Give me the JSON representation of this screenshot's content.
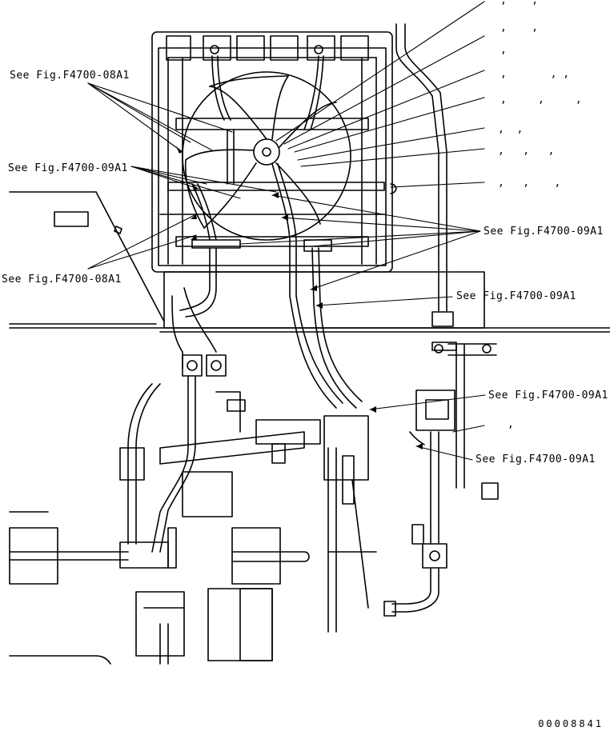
{
  "references": [
    {
      "id": "ref-08a1-top",
      "text": "See Fig.F4700-08A1"
    },
    {
      "id": "ref-09a1-upper-left",
      "text": "See Fig.F4700-09A1"
    },
    {
      "id": "ref-08a1-lower-left",
      "text": "See Fig.F4700-08A1"
    },
    {
      "id": "ref-09a1-right-1",
      "text": "See Fig.F4700-09A1"
    },
    {
      "id": "ref-09a1-right-2",
      "text": "See Fig.F4700-09A1"
    },
    {
      "id": "ref-09a1-right-3",
      "text": "See Fig.F4700-09A1"
    },
    {
      "id": "ref-09a1-right-4",
      "text": "See Fig.F4700-09A1"
    }
  ],
  "callout_marks": [
    ",    ,",
    ",    ,",
    ",",
    ",       , ,",
    ",     ,     ,",
    ",  ,",
    ",   ,   ,",
    ",   ,    ,",
    ","
  ],
  "drawing_number": "00008841",
  "colors": {
    "line": "#000000",
    "background": "#ffffff"
  }
}
